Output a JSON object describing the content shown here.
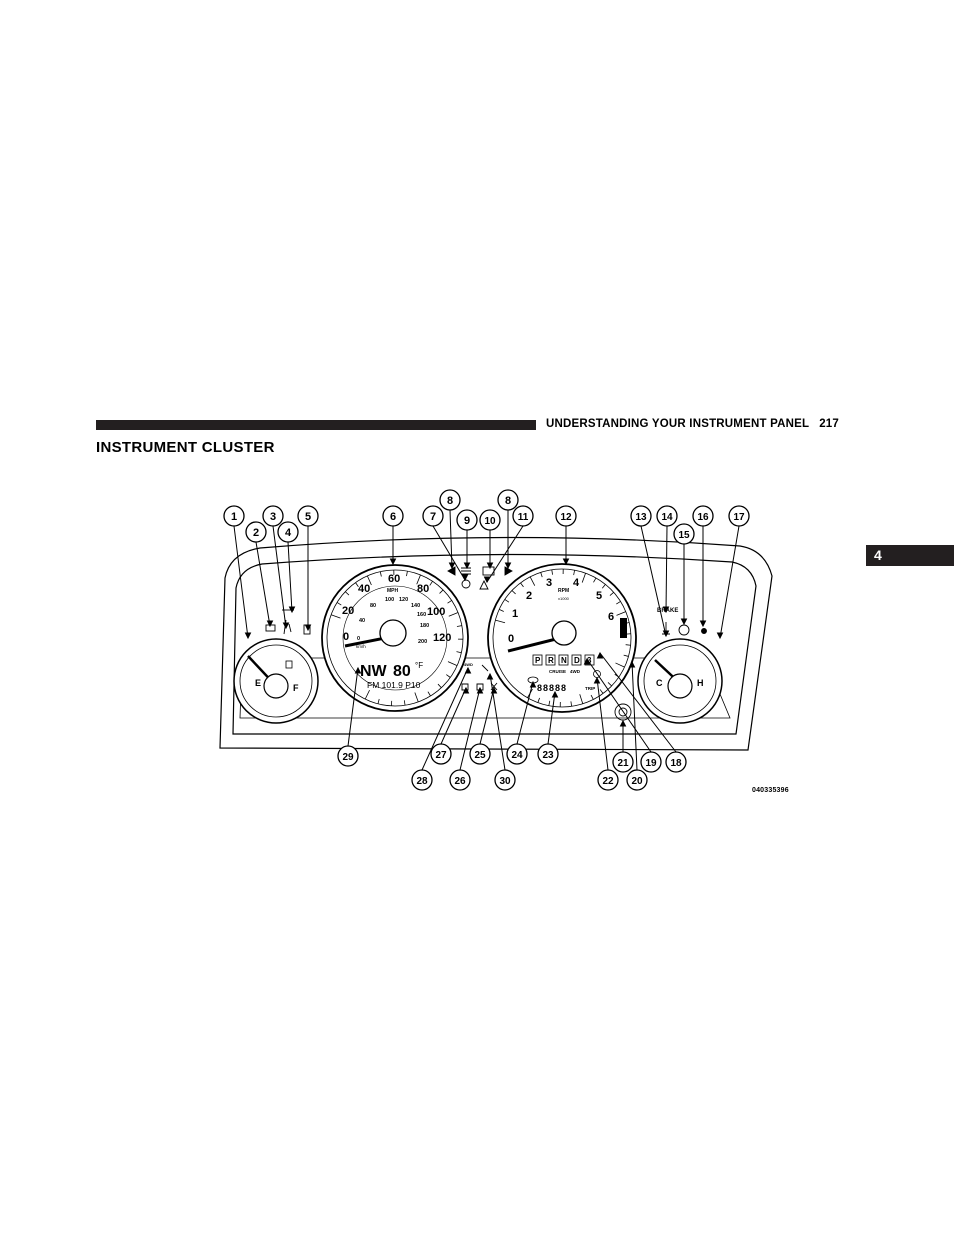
{
  "header": {
    "running_title": "UNDERSTANDING YOUR INSTRUMENT PANEL",
    "page_number": "217"
  },
  "section": {
    "title": "INSTRUMENT CLUSTER"
  },
  "chapter_tab": {
    "label": "4"
  },
  "figure": {
    "code": "040335396",
    "speedometer": {
      "unit_mph": "MPH",
      "unit_kmh": "km/h",
      "mph_labels": [
        "0",
        "20",
        "40",
        "60",
        "80",
        "100",
        "120"
      ],
      "kmh_labels": [
        "0",
        "40",
        "80",
        "100",
        "120",
        "140",
        "160",
        "180",
        "200"
      ]
    },
    "tachometer": {
      "unit": "RPM",
      "multiplier": "x1000",
      "labels": [
        "0",
        "1",
        "2",
        "3",
        "4",
        "5",
        "6"
      ]
    },
    "display": {
      "compass": "NW",
      "temperature": "80",
      "temp_unit": "°F",
      "radio": "FM 101.9 P10",
      "prndl": [
        "P",
        "R",
        "N",
        "D",
        "3"
      ],
      "cruise": "CRUISE",
      "fourwd": "4WD",
      "odometer": "88888",
      "trip": "TRIP",
      "indicator_4wd": "4WD",
      "brake": "BRAKE"
    },
    "fuel_gauge": {
      "empty": "E",
      "full": "F"
    },
    "temp_gauge": {
      "cold": "C",
      "hot": "H"
    },
    "callouts": [
      "1",
      "2",
      "3",
      "4",
      "5",
      "6",
      "7",
      "8",
      "9",
      "10",
      "8",
      "11",
      "12",
      "13",
      "14",
      "15",
      "16",
      "17",
      "29",
      "28",
      "27",
      "26",
      "25",
      "30",
      "24",
      "23",
      "22",
      "20",
      "21",
      "19",
      "18"
    ]
  }
}
